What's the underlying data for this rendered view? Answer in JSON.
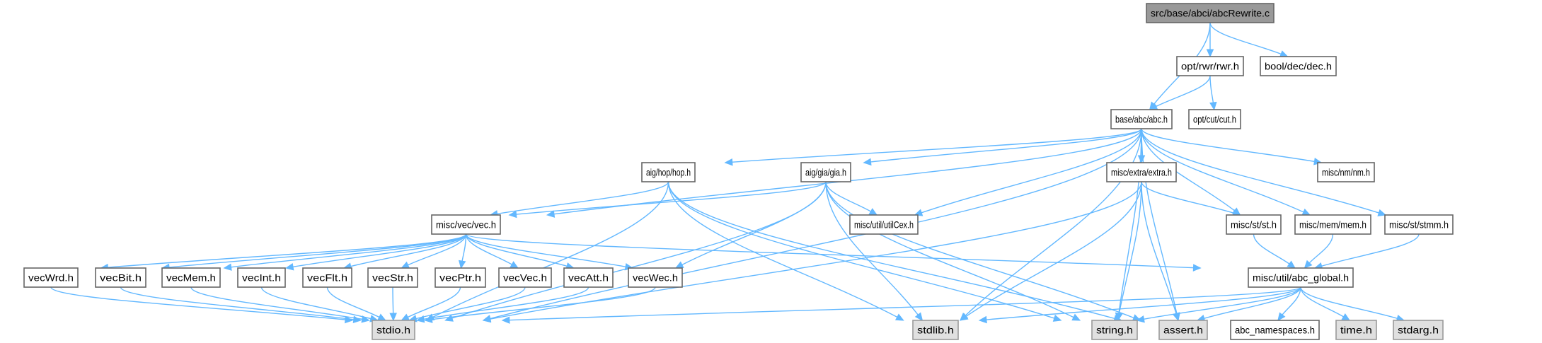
{
  "colors": {
    "root_fill": "#999999",
    "root_border": "#666666",
    "node_fill": "#ffffff",
    "node_border": "#666666",
    "system_fill": "#e0e0e0",
    "system_border": "#999999",
    "edge": "#63b8ff"
  },
  "nodes": [
    {
      "id": "root",
      "label": "src/base/abci/abcRewrite.c",
      "kind": "root"
    },
    {
      "id": "rwr",
      "label": "opt/rwr/rwr.h",
      "kind": "node"
    },
    {
      "id": "dec",
      "label": "bool/dec/dec.h",
      "kind": "node"
    },
    {
      "id": "abc",
      "label": "base/abc/abc.h",
      "kind": "node"
    },
    {
      "id": "cut",
      "label": "opt/cut/cut.h",
      "kind": "node"
    },
    {
      "id": "hop",
      "label": "aig/hop/hop.h",
      "kind": "node"
    },
    {
      "id": "gia",
      "label": "aig/gia/gia.h",
      "kind": "node"
    },
    {
      "id": "extra",
      "label": "misc/extra/extra.h",
      "kind": "node"
    },
    {
      "id": "nm",
      "label": "misc/nm/nm.h",
      "kind": "node"
    },
    {
      "id": "vec",
      "label": "misc/vec/vec.h",
      "kind": "node"
    },
    {
      "id": "utilCex",
      "label": "misc/util/utilCex.h",
      "kind": "node"
    },
    {
      "id": "st",
      "label": "misc/st/st.h",
      "kind": "node"
    },
    {
      "id": "mem",
      "label": "misc/mem/mem.h",
      "kind": "node"
    },
    {
      "id": "stmm",
      "label": "misc/st/stmm.h",
      "kind": "node"
    },
    {
      "id": "vecWrd",
      "label": "vecWrd.h",
      "kind": "node"
    },
    {
      "id": "vecBit",
      "label": "vecBit.h",
      "kind": "node"
    },
    {
      "id": "vecMem",
      "label": "vecMem.h",
      "kind": "node"
    },
    {
      "id": "vecInt",
      "label": "vecInt.h",
      "kind": "node"
    },
    {
      "id": "vecFlt",
      "label": "vecFlt.h",
      "kind": "node"
    },
    {
      "id": "vecStr",
      "label": "vecStr.h",
      "kind": "node"
    },
    {
      "id": "vecPtr",
      "label": "vecPtr.h",
      "kind": "node"
    },
    {
      "id": "vecVec",
      "label": "vecVec.h",
      "kind": "node"
    },
    {
      "id": "vecAtt",
      "label": "vecAtt.h",
      "kind": "node"
    },
    {
      "id": "vecWec",
      "label": "vecWec.h",
      "kind": "node"
    },
    {
      "id": "abc_global",
      "label": "misc/util/abc_global.h",
      "kind": "node"
    },
    {
      "id": "stdio",
      "label": "stdio.h",
      "kind": "system"
    },
    {
      "id": "stdlib",
      "label": "stdlib.h",
      "kind": "system"
    },
    {
      "id": "string",
      "label": "string.h",
      "kind": "system"
    },
    {
      "id": "assert",
      "label": "assert.h",
      "kind": "system"
    },
    {
      "id": "abc_namespaces",
      "label": "abc_namespaces.h",
      "kind": "node"
    },
    {
      "id": "time",
      "label": "time.h",
      "kind": "system"
    },
    {
      "id": "stdarg",
      "label": "stdarg.h",
      "kind": "system"
    }
  ],
  "edges": [
    [
      "root",
      "rwr"
    ],
    [
      "root",
      "dec"
    ],
    [
      "root",
      "abc"
    ],
    [
      "rwr",
      "abc"
    ],
    [
      "rwr",
      "cut"
    ],
    [
      "abc",
      "hop"
    ],
    [
      "abc",
      "gia"
    ],
    [
      "abc",
      "extra"
    ],
    [
      "abc",
      "nm"
    ],
    [
      "abc",
      "vec"
    ],
    [
      "abc",
      "utilCex"
    ],
    [
      "abc",
      "st"
    ],
    [
      "abc",
      "mem"
    ],
    [
      "abc",
      "stmm"
    ],
    [
      "abc",
      "stdio"
    ],
    [
      "abc",
      "stdlib"
    ],
    [
      "abc",
      "string"
    ],
    [
      "abc",
      "assert"
    ],
    [
      "hop",
      "vec"
    ],
    [
      "hop",
      "stdio"
    ],
    [
      "hop",
      "stdlib"
    ],
    [
      "hop",
      "string"
    ],
    [
      "hop",
      "assert"
    ],
    [
      "gia",
      "vec"
    ],
    [
      "gia",
      "utilCex"
    ],
    [
      "gia",
      "vecWec"
    ],
    [
      "gia",
      "stdio"
    ],
    [
      "gia",
      "stdlib"
    ],
    [
      "gia",
      "string"
    ],
    [
      "gia",
      "assert"
    ],
    [
      "extra",
      "st"
    ],
    [
      "extra",
      "stdio"
    ],
    [
      "extra",
      "stdlib"
    ],
    [
      "extra",
      "string"
    ],
    [
      "extra",
      "assert"
    ],
    [
      "vec",
      "vecWrd"
    ],
    [
      "vec",
      "vecBit"
    ],
    [
      "vec",
      "vecMem"
    ],
    [
      "vec",
      "vecInt"
    ],
    [
      "vec",
      "vecFlt"
    ],
    [
      "vec",
      "vecStr"
    ],
    [
      "vec",
      "vecPtr"
    ],
    [
      "vec",
      "vecVec"
    ],
    [
      "vec",
      "vecAtt"
    ],
    [
      "vec",
      "vecWec"
    ],
    [
      "vec",
      "abc_global"
    ],
    [
      "vecWrd",
      "stdio"
    ],
    [
      "vecBit",
      "stdio"
    ],
    [
      "vecMem",
      "stdio"
    ],
    [
      "vecInt",
      "stdio"
    ],
    [
      "vecFlt",
      "stdio"
    ],
    [
      "vecStr",
      "stdio"
    ],
    [
      "vecPtr",
      "stdio"
    ],
    [
      "vecVec",
      "stdio"
    ],
    [
      "vecAtt",
      "stdio"
    ],
    [
      "vecWec",
      "stdio"
    ],
    [
      "st",
      "abc_global"
    ],
    [
      "mem",
      "abc_global"
    ],
    [
      "stmm",
      "abc_global"
    ],
    [
      "abc_global",
      "stdio"
    ],
    [
      "abc_global",
      "stdlib"
    ],
    [
      "abc_global",
      "string"
    ],
    [
      "abc_global",
      "assert"
    ],
    [
      "abc_global",
      "abc_namespaces"
    ],
    [
      "abc_global",
      "time"
    ],
    [
      "abc_global",
      "stdarg"
    ]
  ]
}
